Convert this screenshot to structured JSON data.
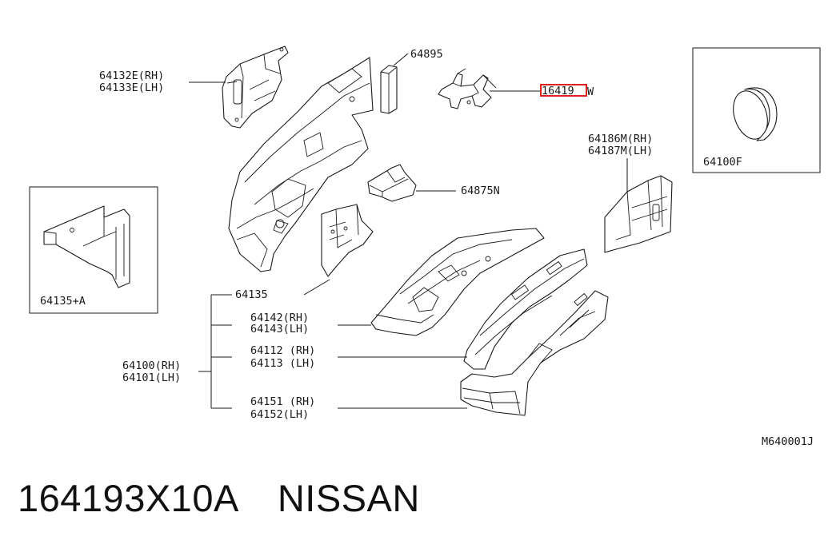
{
  "diagram_code": "M640001J",
  "highlight_color": "#e0201b",
  "callouts": {
    "c64132": [
      "64132E(RH)",
      "64133E(LH)"
    ],
    "c64895": "64895",
    "c16419_prefix": "16419",
    "c16419_suffix": "W",
    "c64186": [
      "64186M(RH)",
      "64187M(LH)"
    ],
    "c64100F": "64100F",
    "c64875": "64875N",
    "c64135A": "64135+A",
    "c64135": "64135",
    "c64142": [
      "64142(RH)",
      "64143(LH)"
    ],
    "c64100": [
      "64100(RH)",
      "64101(LH)"
    ],
    "c64112": [
      "64112 (RH)",
      "64113 (LH)"
    ],
    "c64151": [
      "64151 (RH)",
      "64152(LH)"
    ]
  },
  "caption": {
    "part_number": "164193X10A",
    "brand": "NISSAN"
  }
}
